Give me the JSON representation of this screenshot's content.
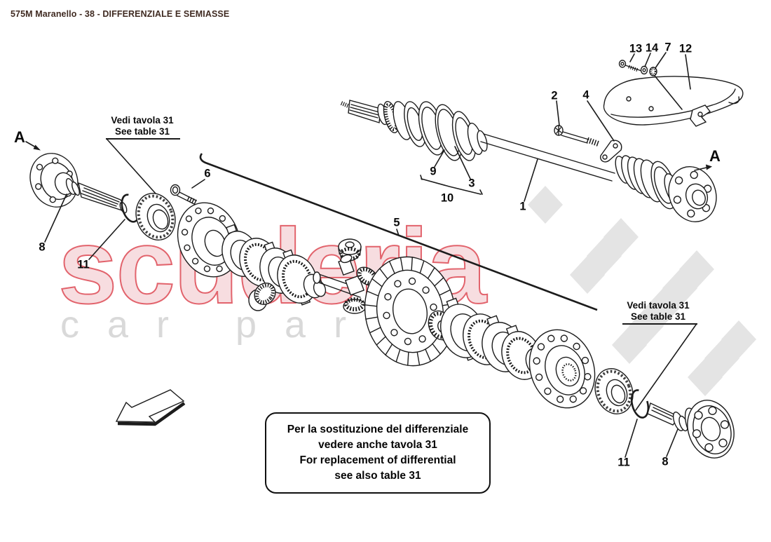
{
  "header": {
    "title": "575M Maranello - 38 - DIFFERENZIALE E SEMIASSE"
  },
  "view_labels": {
    "left": "A",
    "right": "A"
  },
  "see_table_left": {
    "line1": "Vedi tavola 31",
    "line2": "See table 31"
  },
  "see_table_right": {
    "line1": "Vedi tavola 31",
    "line2": "See table 31"
  },
  "callouts": {
    "c1": "1",
    "c2": "2",
    "c3": "3",
    "c4": "4",
    "c5": "5",
    "c6": "6",
    "c7": "7",
    "c8_left": "8",
    "c8_right": "8",
    "c9": "9",
    "c10": "10",
    "c11_left": "11",
    "c11_right": "11",
    "c12": "12",
    "c13": "13",
    "c14": "14"
  },
  "note_box": {
    "line1": "Per la sostituzione del differenziale",
    "line2": "vedere anche tavola 31",
    "line3": "For replacement of differential",
    "line4": "see  also table 31"
  },
  "watermark": {
    "brand": "scuderia",
    "subtitle": "car parts",
    "accent_color": "#e2636c",
    "fill_color": "#f7dde0",
    "gray_color": "#d9d9d9",
    "checker_color": "#e4e4e4"
  },
  "colors": {
    "header_text": "#402b22",
    "line_art": "#1c1c1c"
  }
}
